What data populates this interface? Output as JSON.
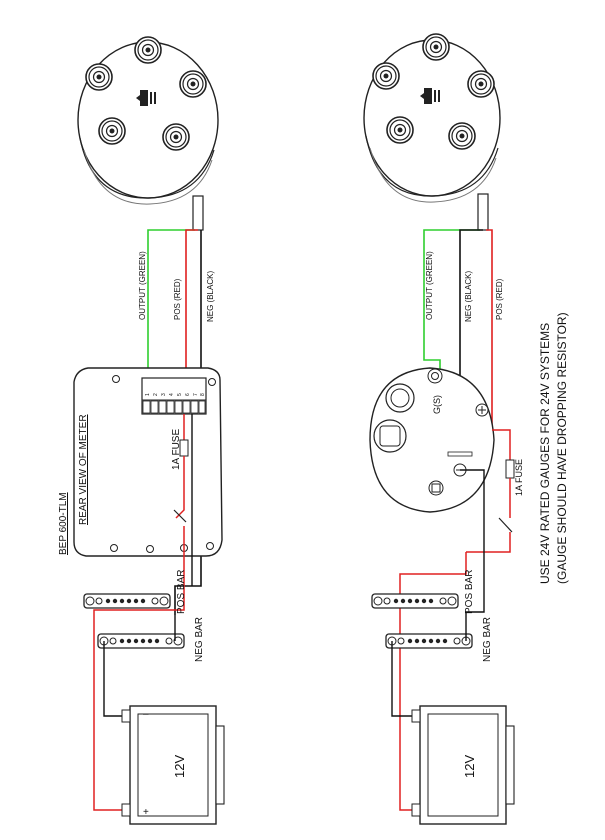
{
  "left_diagram": {
    "title": "BEP  600-TLM",
    "subtitle": "REAR  VIEW  OF  METER",
    "wire_output": "OUTPUT (GREEN)",
    "wire_pos": "POS (RED)",
    "wire_neg": "NEG (BLACK)",
    "fuse": "1A  FUSE",
    "pos_bar": "POS BAR",
    "neg_bar": "NEG BAR",
    "battery": "12V",
    "terminal_numbers": [
      "1",
      "2",
      "3",
      "4",
      "5",
      "6",
      "7",
      "8"
    ]
  },
  "right_diagram": {
    "wire_output": "OUTPUT (GREEN)",
    "wire_neg": "NEG (BLACK)",
    "wire_pos": "POS (RED)",
    "fuse": "1A  FUSE",
    "pos_bar": "POS BAR",
    "neg_bar": "NEG BAR",
    "battery": "12V",
    "gauge_terminal": "G(S)",
    "note_line1": "USE 24V RATED GAUGES FOR 24V SYSTEMS",
    "note_line2": "(GAUGE SHOULD HAVE DROPPING RESISTOR)"
  },
  "colors": {
    "green": "#2fcf2f",
    "red": "#e02020",
    "black": "#111111",
    "line": "#333333"
  }
}
